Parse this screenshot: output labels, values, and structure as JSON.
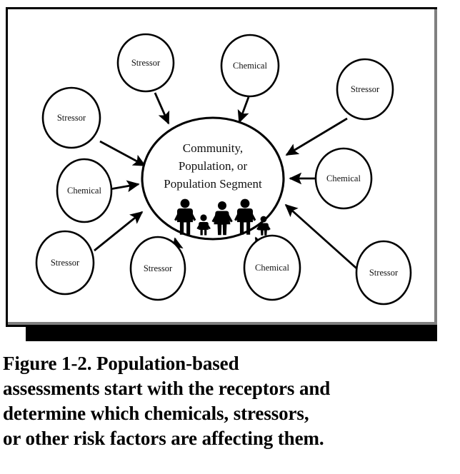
{
  "figure": {
    "center_node": {
      "label_lines": [
        "Community,",
        "Population, or",
        "Population Segment"
      ],
      "icon": "family-silhouette-icon"
    },
    "satellite_nodes": [
      {
        "id": "stressor-top-left",
        "label": "Stressor"
      },
      {
        "id": "chemical-top",
        "label": "Chemical"
      },
      {
        "id": "stressor-top-right",
        "label": "Stressor"
      },
      {
        "id": "stressor-left",
        "label": "Stressor"
      },
      {
        "id": "chemical-left",
        "label": "Chemical"
      },
      {
        "id": "chemical-right",
        "label": "Chemical"
      },
      {
        "id": "stressor-bottom-left",
        "label": "Stressor"
      },
      {
        "id": "stressor-bottom",
        "label": "Stressor"
      },
      {
        "id": "chemical-bottom",
        "label": "Chemical"
      },
      {
        "id": "stressor-bottom-right",
        "label": "Stressor"
      }
    ],
    "arrow_direction": "inward-to-center",
    "colors": {
      "stroke": "#000000",
      "fill": "#ffffff",
      "panel_border": "#000000",
      "panel_shadow": "#000000",
      "panel_inner_edge": "#808080",
      "text": "#111111"
    }
  },
  "caption": {
    "lines": [
      "Figure 1-2.  Population-based",
      "assessments start with the receptors and",
      "determine which chemicals, stressors,",
      "or other risk factors are affecting them."
    ]
  }
}
